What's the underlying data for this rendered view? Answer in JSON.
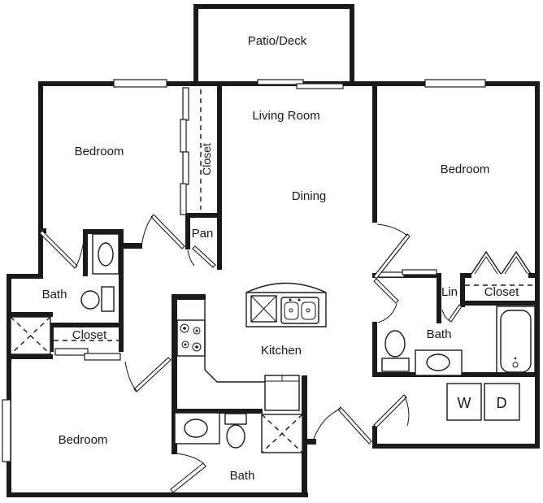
{
  "colors": {
    "wall": "#1a1a1a",
    "background": "#ffffff"
  },
  "rooms": {
    "patio_deck": "Patio/Deck",
    "living_room": "Living Room",
    "dining": "Dining",
    "kitchen": "Kitchen",
    "bedroom_top_left": "Bedroom",
    "bedroom_top_right": "Bedroom",
    "bedroom_bottom_left": "Bedroom",
    "bath_left": "Bath",
    "bath_bottom": "Bath",
    "bath_right": "Bath",
    "closet_hall_strip": "Closet",
    "closet_left": "Closet",
    "closet_right": "Closet",
    "pantry": "Pan",
    "linen": "Lin",
    "washer": "W",
    "dryer": "D"
  }
}
